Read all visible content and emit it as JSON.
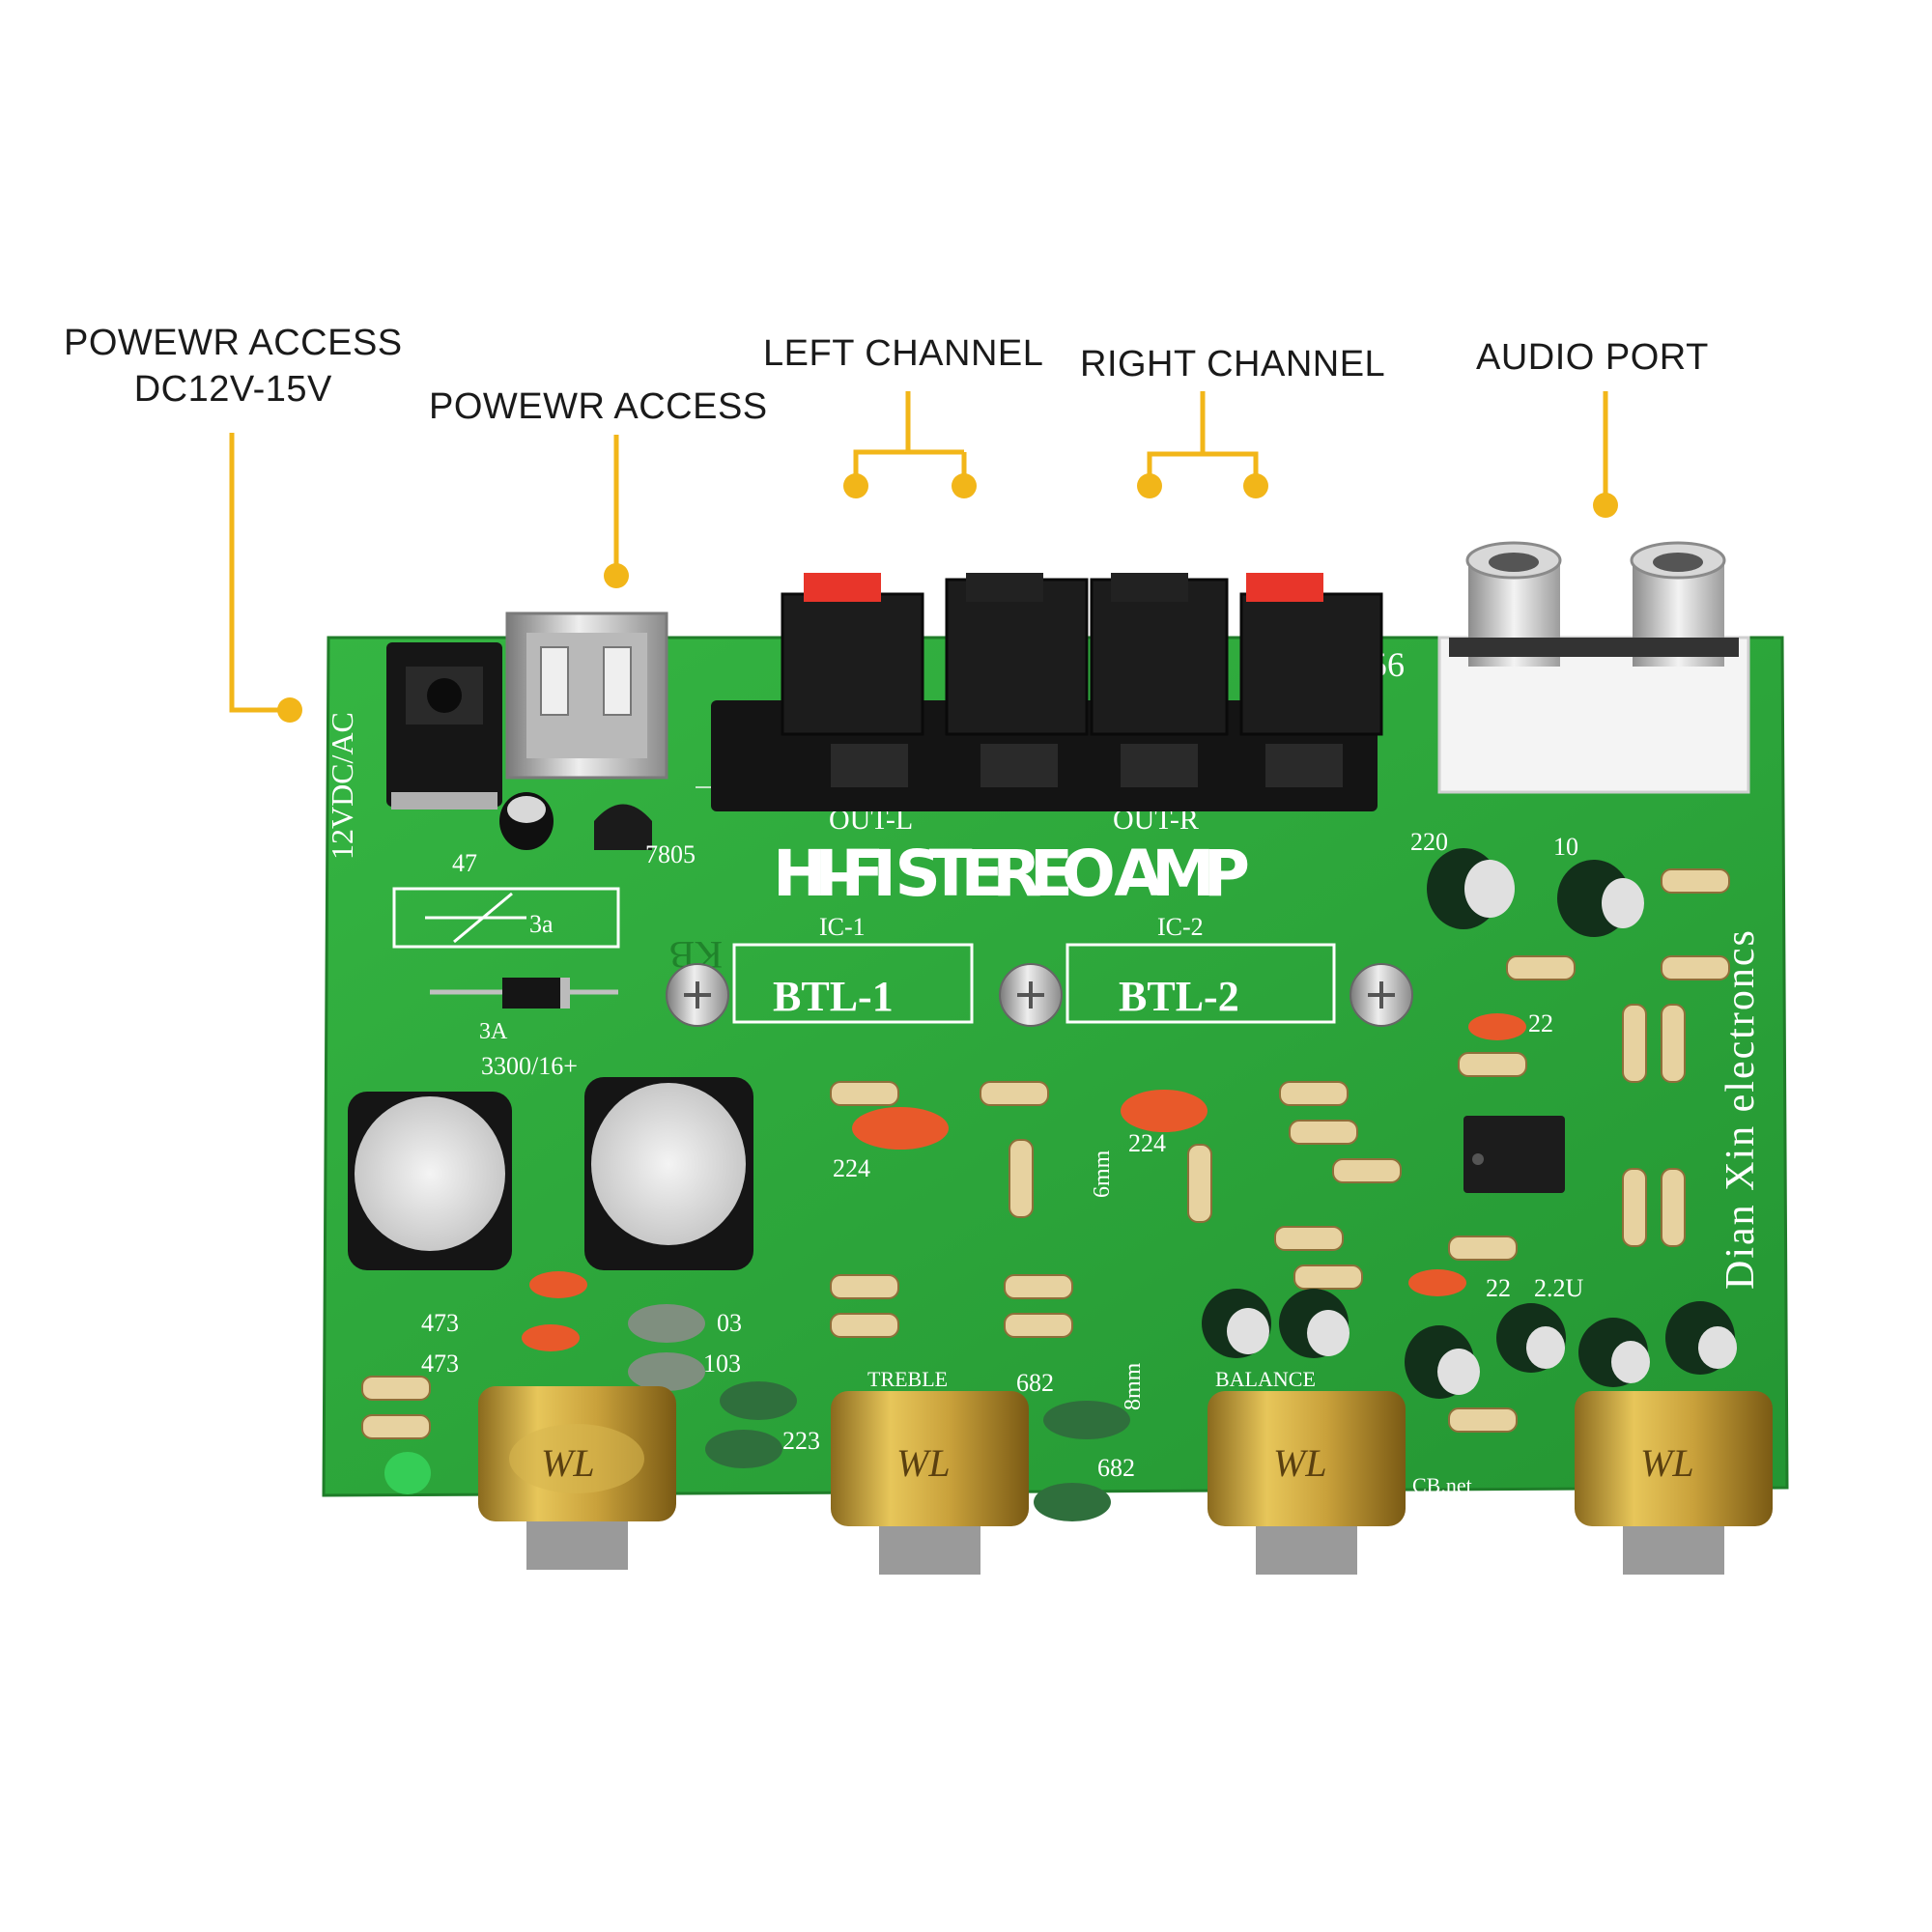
{
  "callouts": {
    "power_dc": {
      "line1": "POWEWR ACCESS",
      "line2": "DC12V-15V"
    },
    "power_usb": {
      "label": "POWEWR ACCESS"
    },
    "left_channel": {
      "label": "LEFT CHANNEL"
    },
    "right_channel": {
      "label": "RIGHT CHANNEL"
    },
    "audio_port": {
      "label": "AUDIO PORT"
    }
  },
  "board": {
    "title": "HI-FI STEREO AMP",
    "voltage_label": "12VDC/AC",
    "out_left": "OUT-L",
    "out_right": "OUT-R",
    "ic1_label": "IC-1",
    "ic2_label": "IC-2",
    "btl1": "BTL-1",
    "btl2": "BTL-2",
    "regulator": "7805",
    "cap_47": "47",
    "fuse_label": "3a",
    "diode_label": "3A",
    "main_caps": "3300/16+",
    "brand": "Dian Xin electroncs",
    "cap_220": "220",
    "cap_10": "10",
    "cap_22a": "22",
    "cap_22b": "22",
    "cap_22u": "2.2U",
    "cap_224a": "224",
    "cap_224b": "224",
    "cap_473a": "473",
    "cap_473b": "473",
    "cap_103a": "03",
    "cap_103b": "103",
    "cap_682a": "682",
    "cap_682b": "682",
    "cap_223": "223",
    "mm6": "6mm",
    "mm8": "8mm",
    "treble": "TREBLE",
    "balance": "BALANCE",
    "web": "CB.net",
    "num56": "56",
    "kb": "KB",
    "pot_brand": "WL"
  },
  "colors": {
    "callout_accent": "#f2b619",
    "pcb_green": "#2fa83a",
    "pcb_dark": "#228a2c",
    "silkscreen": "#ffffff",
    "terminal_red": "#e8352a"
  }
}
